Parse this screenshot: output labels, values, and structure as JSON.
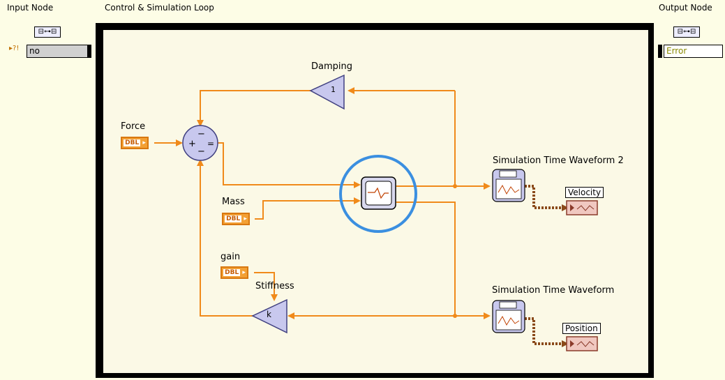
{
  "labels": {
    "input_node": "Input Node",
    "loop": "Control & Simulation Loop",
    "output_node": "Output Node"
  },
  "input_node": {
    "value": "no"
  },
  "output_node": {
    "value": "Error"
  },
  "controls": {
    "force": "Force",
    "mass": "Mass",
    "gain": "gain",
    "dbl": "DBL"
  },
  "blocks": {
    "damping": "Damping",
    "damping_gain": "1",
    "stiffness": "Stiffness",
    "stiffness_gain": "k"
  },
  "waveforms": {
    "wf2": "Simulation Time Waveform 2",
    "wf1": "Simulation Time Waveform"
  },
  "indicators": {
    "velocity": "Velocity",
    "position": "Position"
  },
  "colors": {
    "wire": "#f08a1a",
    "loop_border": "#000000",
    "highlight": "#3b8fe0",
    "block_fill": "#c8c8ee",
    "data_wire": "#8a4a1a"
  }
}
